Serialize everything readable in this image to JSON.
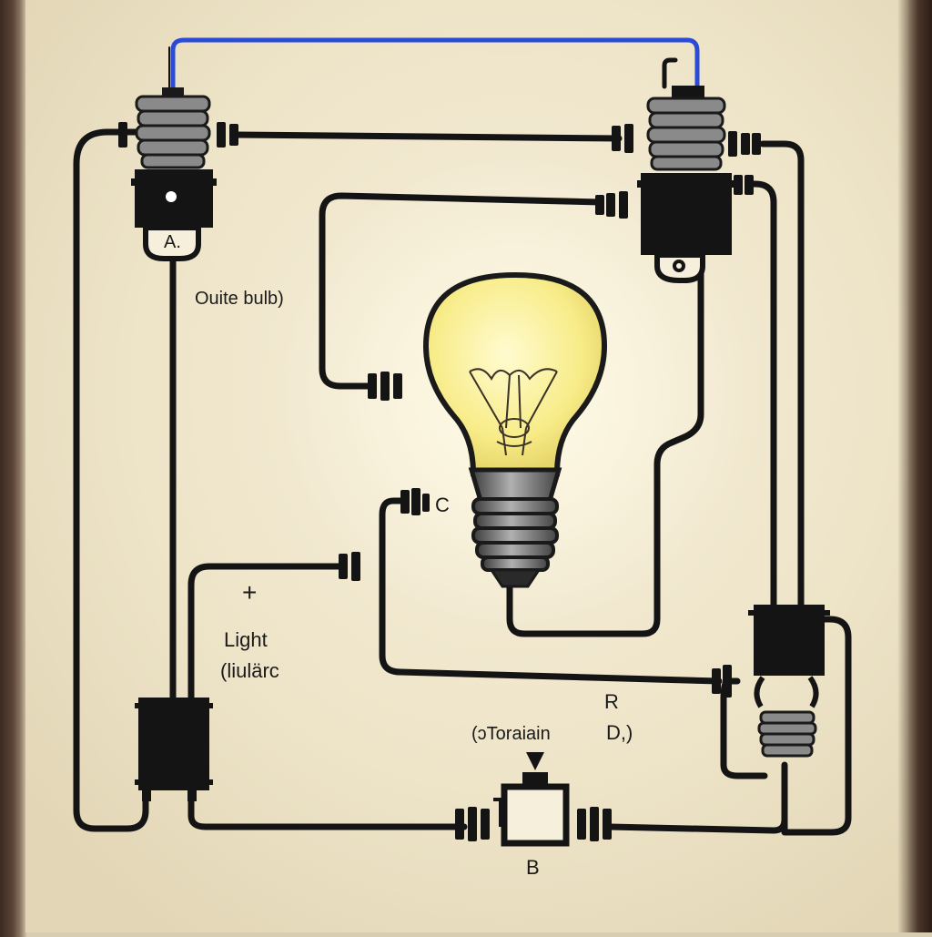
{
  "labels": {
    "a": "A.",
    "outer_bulb": "Ouite bulb)",
    "c": "C",
    "plus": "+",
    "light_line1": "Light",
    "light_line2": "(liulärc",
    "r": "R",
    "toraiain": "(ɔToraiain",
    "d": "D,)",
    "b": "B"
  },
  "colors": {
    "paper": "#efe6cc",
    "wire": "#141414",
    "blue_wire": "#2a4ad8",
    "bulb_glass": "#fbf19a",
    "bulb_glow": "#fffbe0",
    "socket_metal": "#6b6b6b"
  },
  "icons": [
    "light-bulb-icon",
    "socket-icon",
    "connector-icon",
    "switch-icon",
    "coil-icon"
  ]
}
